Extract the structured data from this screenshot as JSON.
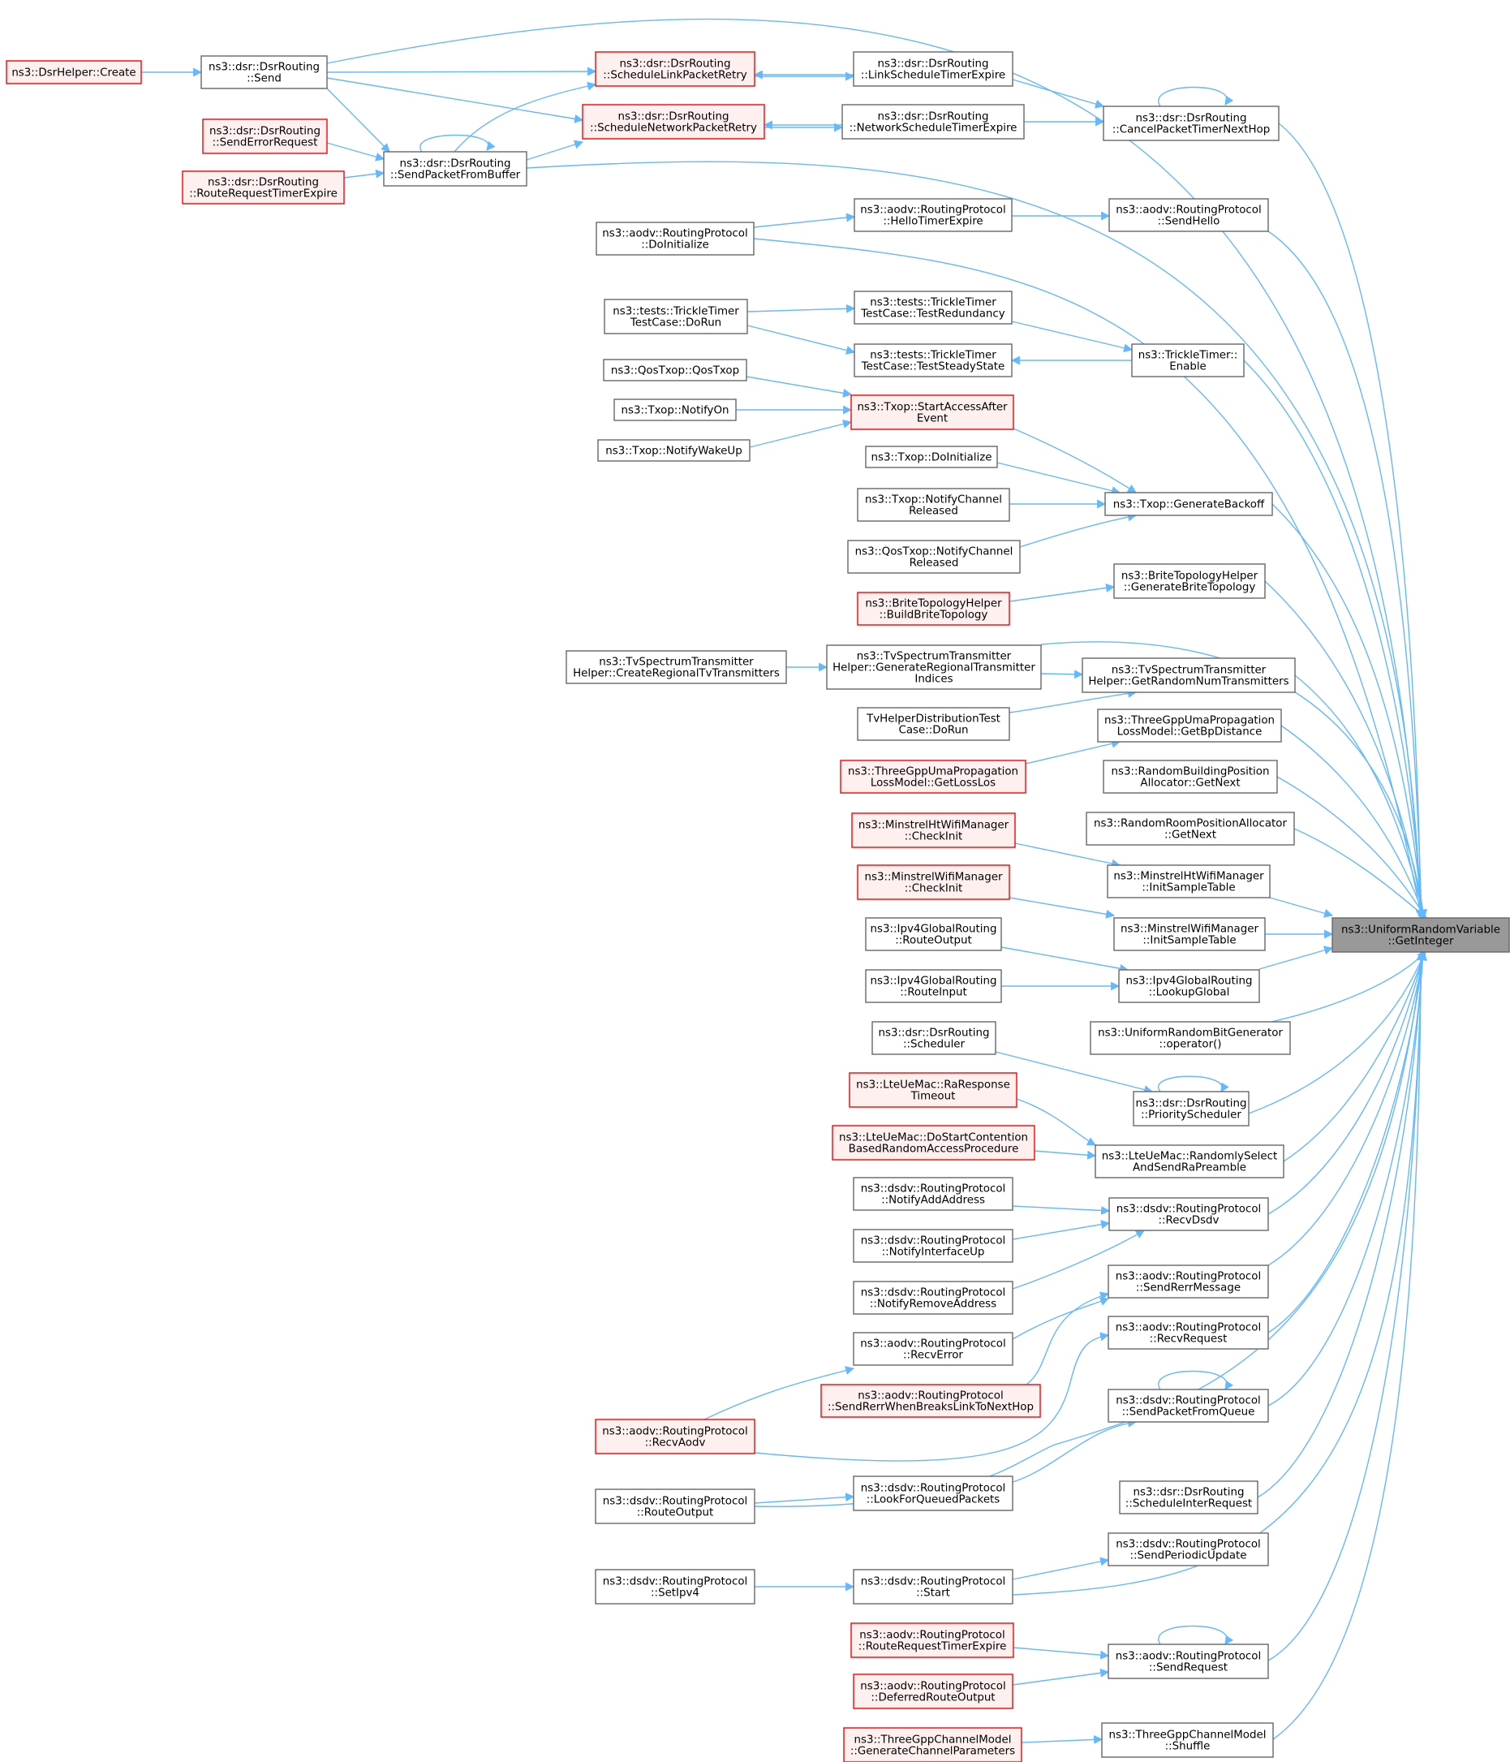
{
  "colors": {
    "edge": "#63b8ff",
    "focus_fill": "#999999",
    "focus_border": "#666666",
    "normal_fill": "#ffffff",
    "normal_border": "#666666",
    "truncated_fill": "#fff0f0",
    "truncated_border": "#ff0000"
  },
  "nodes": [
    {
      "id": "target",
      "kind": "focus",
      "lines": [
        "ns3::UniformRandomVariable",
        "::GetInteger"
      ]
    },
    {
      "id": "dsrhelper_create",
      "kind": "truncated",
      "lines": [
        "ns3::DsrHelper::Create"
      ]
    },
    {
      "id": "dsr_send",
      "kind": "normal",
      "lines": [
        "ns3::dsr::DsrRouting",
        "::Send"
      ]
    },
    {
      "id": "dsr_schedulelink",
      "kind": "truncated",
      "lines": [
        "ns3::dsr::DsrRouting",
        "::ScheduleLinkPacketRetry"
      ]
    },
    {
      "id": "dsr_linktimer",
      "kind": "normal",
      "lines": [
        "ns3::dsr::DsrRouting",
        "::LinkScheduleTimerExpire"
      ]
    },
    {
      "id": "dsr_cancel",
      "kind": "normal",
      "lines": [
        "ns3::dsr::DsrRouting",
        "::CancelPacketTimerNextHop"
      ]
    },
    {
      "id": "dsr_schedulenet",
      "kind": "truncated",
      "lines": [
        "ns3::dsr::DsrRouting",
        "::ScheduleNetworkPacketRetry"
      ]
    },
    {
      "id": "dsr_nettimer",
      "kind": "normal",
      "lines": [
        "ns3::dsr::DsrRouting",
        "::NetworkScheduleTimerExpire"
      ]
    },
    {
      "id": "dsr_senderror",
      "kind": "truncated",
      "lines": [
        "ns3::dsr::DsrRouting",
        "::SendErrorRequest"
      ]
    },
    {
      "id": "dsr_sendfrombuffer",
      "kind": "normal",
      "lines": [
        "ns3::dsr::DsrRouting",
        "::SendPacketFromBuffer"
      ]
    },
    {
      "id": "dsr_routereqtimer",
      "kind": "truncated",
      "lines": [
        "ns3::dsr::DsrRouting",
        "::RouteRequestTimerExpire"
      ]
    },
    {
      "id": "aodv_doinit",
      "kind": "normal",
      "lines": [
        "ns3::aodv::RoutingProtocol",
        "::DoInitialize"
      ]
    },
    {
      "id": "aodv_hellotimer",
      "kind": "normal",
      "lines": [
        "ns3::aodv::RoutingProtocol",
        "::HelloTimerExpire"
      ]
    },
    {
      "id": "aodv_sendhello",
      "kind": "normal",
      "lines": [
        "ns3::aodv::RoutingProtocol",
        "::SendHello"
      ]
    },
    {
      "id": "trickle_dorun",
      "kind": "normal",
      "lines": [
        "ns3::tests::TrickleTimer",
        "TestCase::DoRun"
      ]
    },
    {
      "id": "trickle_redund",
      "kind": "normal",
      "lines": [
        "ns3::tests::TrickleTimer",
        "TestCase::TestRedundancy"
      ]
    },
    {
      "id": "trickle_steady",
      "kind": "normal",
      "lines": [
        "ns3::tests::TrickleTimer",
        "TestCase::TestSteadyState"
      ]
    },
    {
      "id": "trickle_enable",
      "kind": "normal",
      "lines": [
        "ns3::TrickleTimer::",
        "Enable"
      ]
    },
    {
      "id": "qostxop_ctor",
      "kind": "normal",
      "lines": [
        "ns3::QosTxop::QosTxop"
      ]
    },
    {
      "id": "txop_notifyon",
      "kind": "normal",
      "lines": [
        "ns3::Txop::NotifyOn"
      ]
    },
    {
      "id": "txop_wakeup",
      "kind": "normal",
      "lines": [
        "ns3::Txop::NotifyWakeUp"
      ]
    },
    {
      "id": "txop_startaccess",
      "kind": "truncated",
      "lines": [
        "ns3::Txop::StartAccessAfter",
        "Event"
      ]
    },
    {
      "id": "txop_doinit",
      "kind": "normal",
      "lines": [
        "ns3::Txop::DoInitialize"
      ]
    },
    {
      "id": "txop_notifychan",
      "kind": "normal",
      "lines": [
        "ns3::Txop::NotifyChannel",
        "Released"
      ]
    },
    {
      "id": "qostxop_notifychan",
      "kind": "normal",
      "lines": [
        "ns3::QosTxop::NotifyChannel",
        "Released"
      ]
    },
    {
      "id": "txop_genbackoff",
      "kind": "normal",
      "lines": [
        "ns3::Txop::GenerateBackoff"
      ]
    },
    {
      "id": "brite_build",
      "kind": "truncated",
      "lines": [
        "ns3::BriteTopologyHelper",
        "::BuildBriteTopology"
      ]
    },
    {
      "id": "brite_generate",
      "kind": "normal",
      "lines": [
        "ns3::BriteTopologyHelper",
        "::GenerateBriteTopology"
      ]
    },
    {
      "id": "tv_createregional",
      "kind": "normal",
      "lines": [
        "ns3::TvSpectrumTransmitter",
        "Helper::CreateRegionalTvTransmitters"
      ]
    },
    {
      "id": "tv_genregional",
      "kind": "normal",
      "lines": [
        "ns3::TvSpectrumTransmitter",
        "Helper::GenerateRegionalTransmitter",
        "Indices"
      ]
    },
    {
      "id": "tv_getrandomnum",
      "kind": "normal",
      "lines": [
        "ns3::TvSpectrumTransmitter",
        "Helper::GetRandomNumTransmitters"
      ]
    },
    {
      "id": "tvdist_dorun",
      "kind": "normal",
      "lines": [
        "TvHelperDistributionTest",
        "Case::DoRun"
      ]
    },
    {
      "id": "uma_getlosslos",
      "kind": "truncated",
      "lines": [
        "ns3::ThreeGppUmaPropagation",
        "LossModel::GetLossLos"
      ]
    },
    {
      "id": "uma_getbp",
      "kind": "normal",
      "lines": [
        "ns3::ThreeGppUmaPropagation",
        "LossModel::GetBpDistance"
      ]
    },
    {
      "id": "rbpa_getnext",
      "kind": "normal",
      "lines": [
        "ns3::RandomBuildingPosition",
        "Allocator::GetNext"
      ]
    },
    {
      "id": "rrpa_getnext",
      "kind": "normal",
      "lines": [
        "ns3::RandomRoomPositionAllocator",
        "::GetNext"
      ]
    },
    {
      "id": "minstrelht_checkinit",
      "kind": "truncated",
      "lines": [
        "ns3::MinstrelHtWifiManager",
        "::CheckInit"
      ]
    },
    {
      "id": "minstrelht_initsample",
      "kind": "normal",
      "lines": [
        "ns3::MinstrelHtWifiManager",
        "::InitSampleTable"
      ]
    },
    {
      "id": "minstrel_checkinit",
      "kind": "truncated",
      "lines": [
        "ns3::MinstrelWifiManager",
        "::CheckInit"
      ]
    },
    {
      "id": "minstrel_initsample",
      "kind": "normal",
      "lines": [
        "ns3::MinstrelWifiManager",
        "::InitSampleTable"
      ]
    },
    {
      "id": "ipv4g_routeoutput",
      "kind": "normal",
      "lines": [
        "ns3::Ipv4GlobalRouting",
        "::RouteOutput"
      ]
    },
    {
      "id": "ipv4g_routeinput",
      "kind": "normal",
      "lines": [
        "ns3::Ipv4GlobalRouting",
        "::RouteInput"
      ]
    },
    {
      "id": "ipv4g_lookup",
      "kind": "normal",
      "lines": [
        "ns3::Ipv4GlobalRouting",
        "::LookupGlobal"
      ]
    },
    {
      "id": "urbg_op",
      "kind": "normal",
      "lines": [
        "ns3::UniformRandomBitGenerator",
        "::operator()"
      ]
    },
    {
      "id": "dsr_scheduler",
      "kind": "normal",
      "lines": [
        "ns3::dsr::DsrRouting",
        "::Scheduler"
      ]
    },
    {
      "id": "dsr_priority",
      "kind": "normal",
      "lines": [
        "ns3::dsr::DsrRouting",
        "::PriorityScheduler"
      ]
    },
    {
      "id": "lte_raresponse",
      "kind": "truncated",
      "lines": [
        "ns3::LteUeMac::RaResponse",
        "Timeout"
      ]
    },
    {
      "id": "lte_dostart",
      "kind": "truncated",
      "lines": [
        "ns3::LteUeMac::DoStartContention",
        "BasedRandomAccessProcedure"
      ]
    },
    {
      "id": "lte_randomly",
      "kind": "normal",
      "lines": [
        "ns3::LteUeMac::RandomlySelect",
        "AndSendRaPreamble"
      ]
    },
    {
      "id": "dsdv_notifyadd",
      "kind": "normal",
      "lines": [
        "ns3::dsdv::RoutingProtocol",
        "::NotifyAddAddress"
      ]
    },
    {
      "id": "dsdv_notifyup",
      "kind": "normal",
      "lines": [
        "ns3::dsdv::RoutingProtocol",
        "::NotifyInterfaceUp"
      ]
    },
    {
      "id": "dsdv_notifyremove",
      "kind": "normal",
      "lines": [
        "ns3::dsdv::RoutingProtocol",
        "::NotifyRemoveAddress"
      ]
    },
    {
      "id": "dsdv_recvdsdv",
      "kind": "normal",
      "lines": [
        "ns3::dsdv::RoutingProtocol",
        "::RecvDsdv"
      ]
    },
    {
      "id": "aodv_recverror",
      "kind": "normal",
      "lines": [
        "ns3::aodv::RoutingProtocol",
        "::RecvError"
      ]
    },
    {
      "id": "aodv_sendrerrbreaks",
      "kind": "truncated",
      "lines": [
        "ns3::aodv::RoutingProtocol",
        "::SendRerrWhenBreaksLinkToNextHop"
      ]
    },
    {
      "id": "aodv_sendrerr",
      "kind": "normal",
      "lines": [
        "ns3::aodv::RoutingProtocol",
        "::SendRerrMessage"
      ]
    },
    {
      "id": "aodv_recvrequest",
      "kind": "normal",
      "lines": [
        "ns3::aodv::RoutingProtocol",
        "::RecvRequest"
      ]
    },
    {
      "id": "aodv_recvaodv",
      "kind": "truncated",
      "lines": [
        "ns3::aodv::RoutingProtocol",
        "::RecvAodv"
      ]
    },
    {
      "id": "dsdv_sendfromqueue",
      "kind": "normal",
      "lines": [
        "ns3::dsdv::RoutingProtocol",
        "::SendPacketFromQueue"
      ]
    },
    {
      "id": "dsdv_routeoutput",
      "kind": "normal",
      "lines": [
        "ns3::dsdv::RoutingProtocol",
        "::RouteOutput"
      ]
    },
    {
      "id": "dsdv_lookforqueued",
      "kind": "normal",
      "lines": [
        "ns3::dsdv::RoutingProtocol",
        "::LookForQueuedPackets"
      ]
    },
    {
      "id": "dsr_scheduleinter",
      "kind": "normal",
      "lines": [
        "ns3::dsr::DsrRouting",
        "::ScheduleInterRequest"
      ]
    },
    {
      "id": "dsdv_setipv4",
      "kind": "normal",
      "lines": [
        "ns3::dsdv::RoutingProtocol",
        "::SetIpv4"
      ]
    },
    {
      "id": "dsdv_start",
      "kind": "normal",
      "lines": [
        "ns3::dsdv::RoutingProtocol",
        "::Start"
      ]
    },
    {
      "id": "dsdv_sendperiodic",
      "kind": "normal",
      "lines": [
        "ns3::dsdv::RoutingProtocol",
        "::SendPeriodicUpdate"
      ]
    },
    {
      "id": "aodv_routereqtimer",
      "kind": "truncated",
      "lines": [
        "ns3::aodv::RoutingProtocol",
        "::RouteRequestTimerExpire"
      ]
    },
    {
      "id": "aodv_deferred",
      "kind": "truncated",
      "lines": [
        "ns3::aodv::RoutingProtocol",
        "::DeferredRouteOutput"
      ]
    },
    {
      "id": "aodv_sendrequest",
      "kind": "normal",
      "lines": [
        "ns3::aodv::RoutingProtocol",
        "::SendRequest"
      ]
    },
    {
      "id": "threegpp_genparams",
      "kind": "truncated",
      "lines": [
        "ns3::ThreeGppChannelModel",
        "::GenerateChannelParameters"
      ]
    },
    {
      "id": "threegpp_shuffle",
      "kind": "normal",
      "lines": [
        "ns3::ThreeGppChannelModel",
        "::Shuffle"
      ]
    }
  ]
}
